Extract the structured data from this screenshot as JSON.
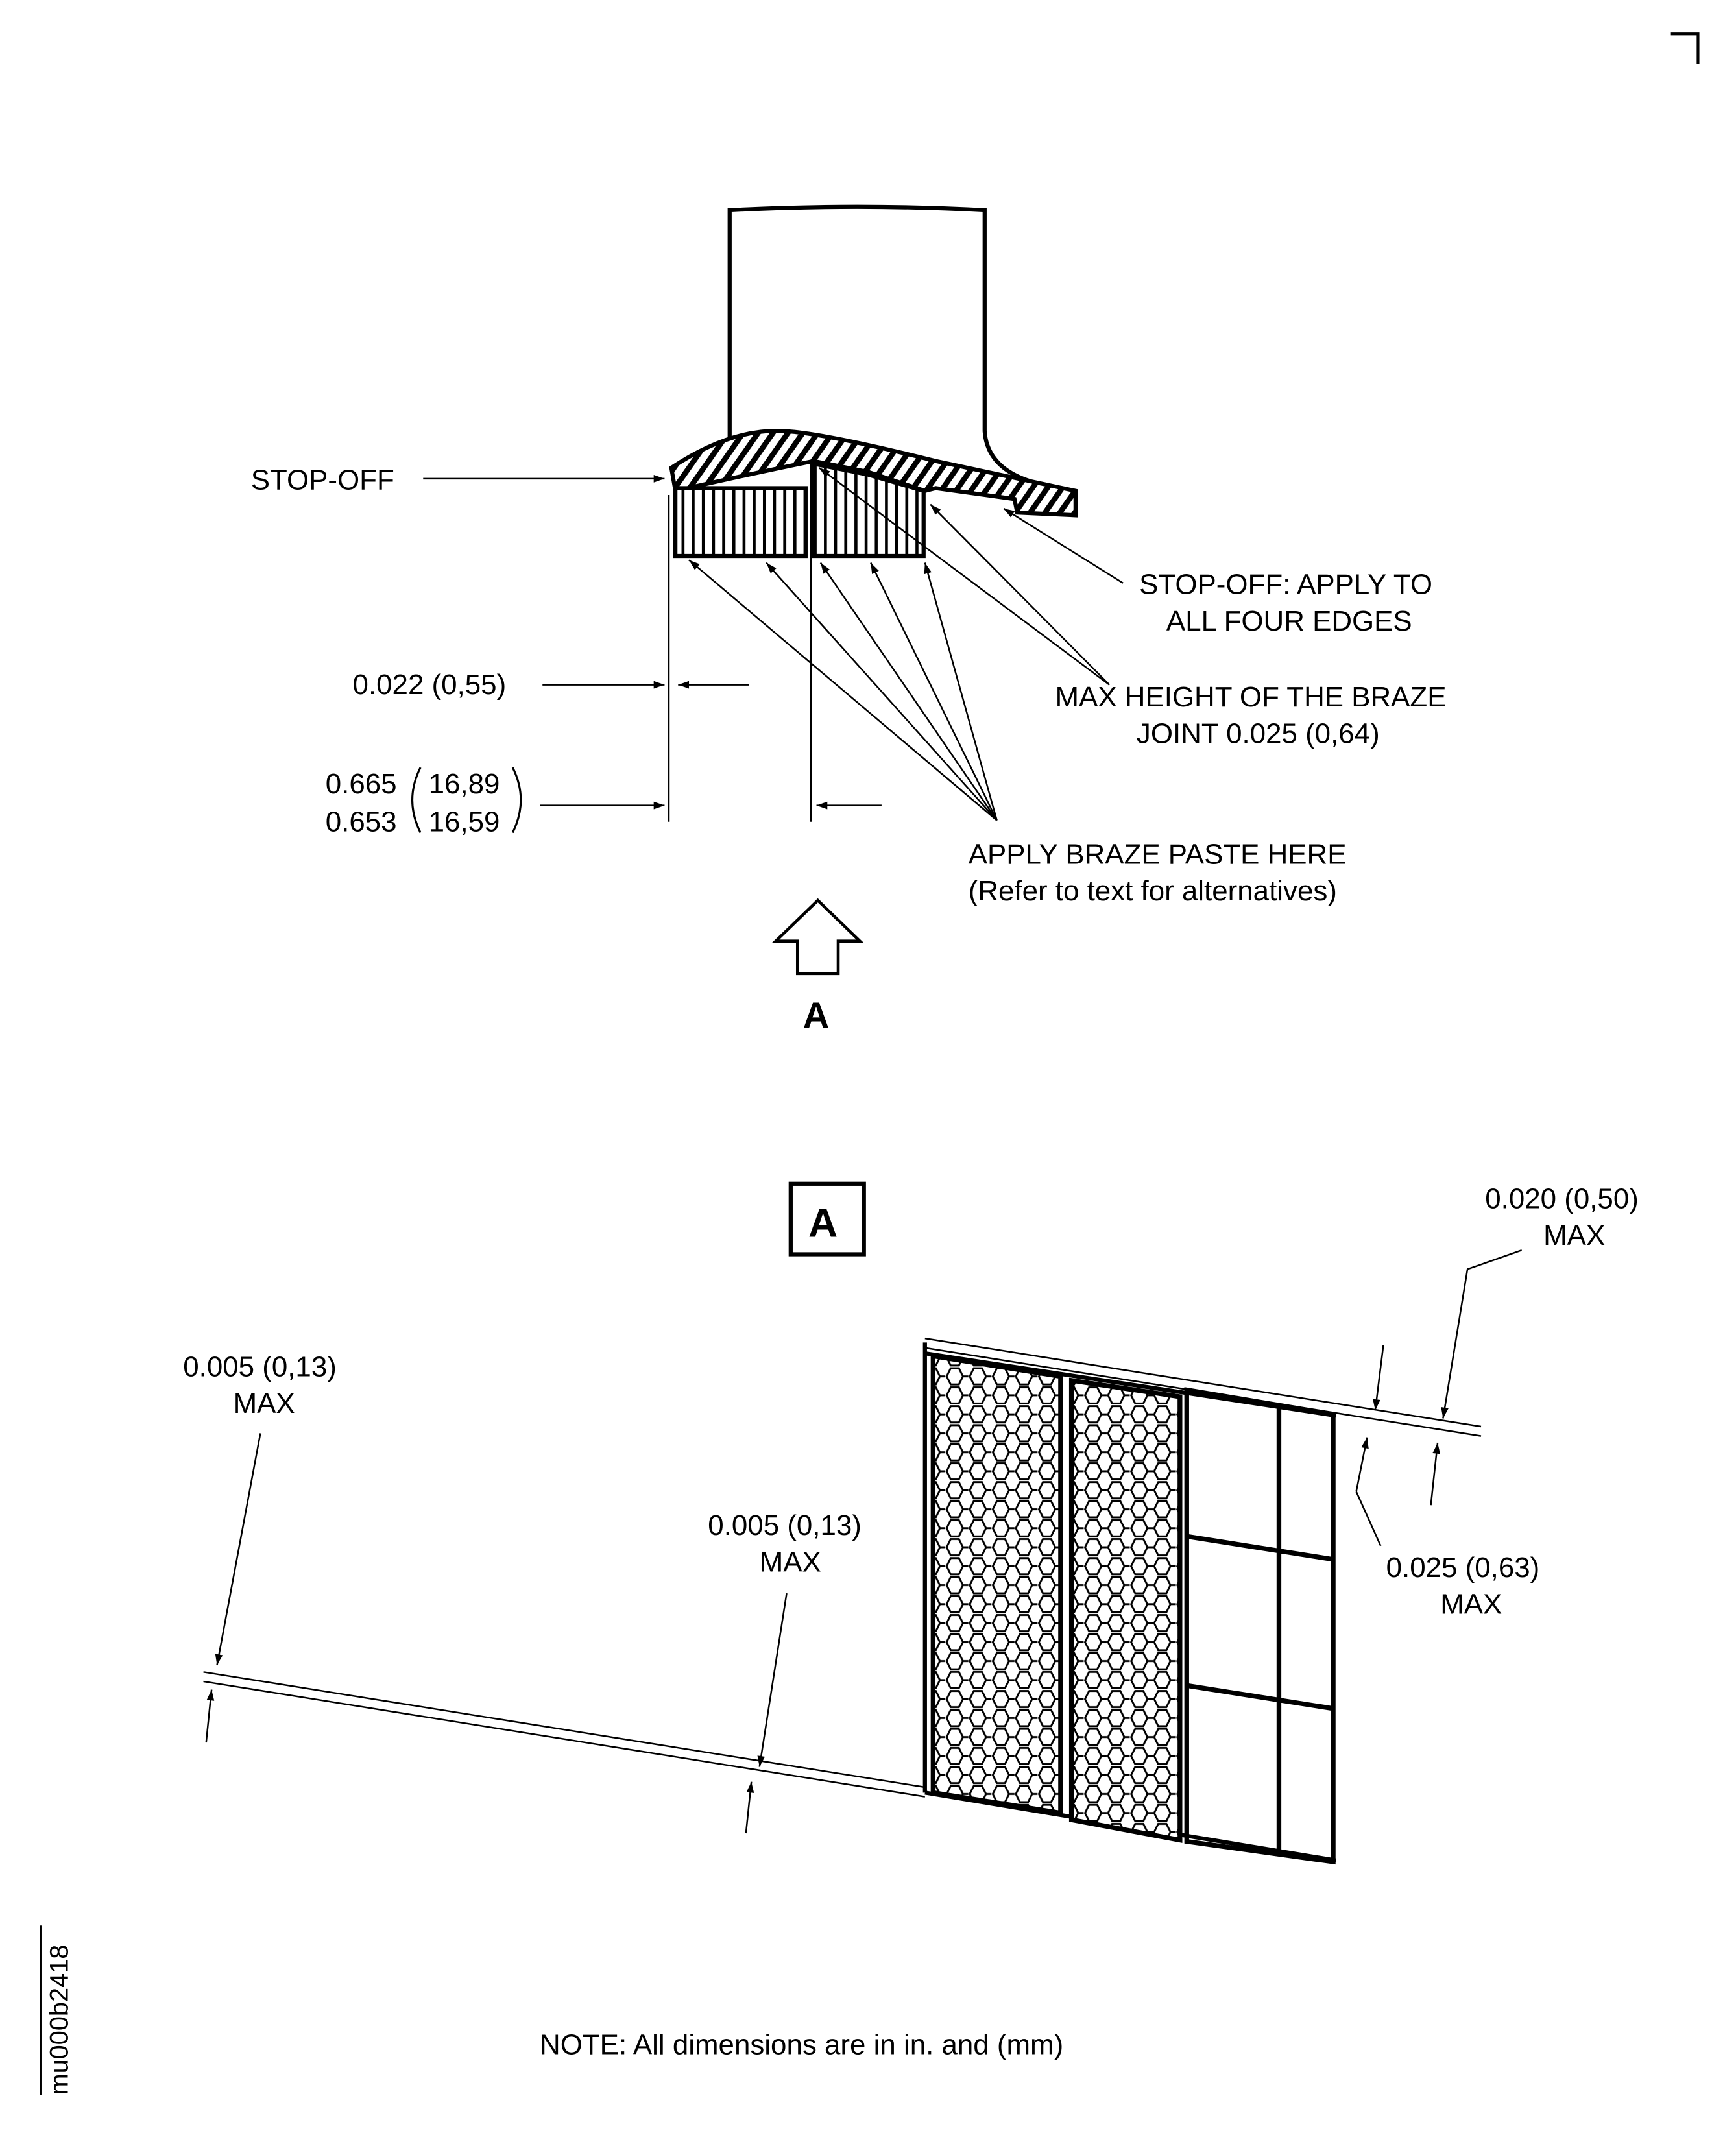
{
  "labels": {
    "stop_off": "STOP-OFF",
    "stop_off_edges_1": "STOP-OFF: APPLY TO",
    "stop_off_edges_2": "ALL FOUR EDGES",
    "max_height_1": "MAX HEIGHT OF THE BRAZE",
    "max_height_2": "JOINT 0.025 (0,64)",
    "dim_022": "0.022 (0,55)",
    "dim_665": "0.665",
    "dim_653": "0.653",
    "dim_1689": "16,89",
    "dim_1659": "16,59",
    "apply_paste_1": "APPLY BRAZE PASTE HERE",
    "apply_paste_2": "(Refer to text for alternatives)",
    "view_arrow_label": "A",
    "view_box_label": "A",
    "dim_020_1": "0.020 (0,50)",
    "dim_020_2": "MAX",
    "dim_005a_1": "0.005 (0,13)",
    "dim_005a_2": "MAX",
    "dim_005b_1": "0.005 (0,13)",
    "dim_005b_2": "MAX",
    "dim_025_1": "0.025 (0,63)",
    "dim_025_2": "MAX",
    "note": "NOTE: All dimensions are in in. and (mm)",
    "figure_id": "mu000b2418"
  }
}
